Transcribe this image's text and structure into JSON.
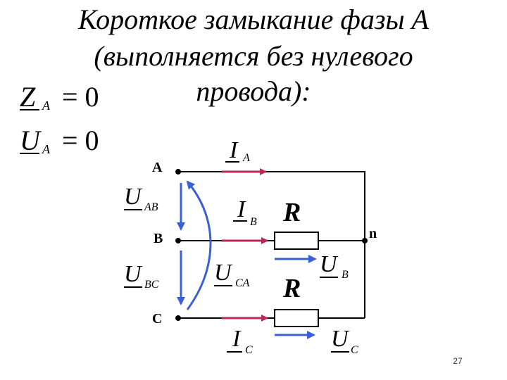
{
  "slide": {
    "title_lines": [
      "Короткое замыкание фазы А",
      "(выполняется без нулевого",
      "провода):"
    ],
    "number": "27"
  },
  "equations": {
    "z": {
      "var": "Z",
      "sub": "A",
      "rhs": "= 0"
    },
    "u": {
      "var": "U",
      "sub": "A",
      "rhs": "= 0"
    }
  },
  "diagram": {
    "node_labels": {
      "a": "A",
      "b": "B",
      "c": "C",
      "n": "n"
    },
    "currents": {
      "ia": {
        "var": "I",
        "sub": "A"
      },
      "ib": {
        "var": "I",
        "sub": "B"
      },
      "ic": {
        "var": "I",
        "sub": "C"
      }
    },
    "voltages": {
      "uab": {
        "var": "U",
        "sub": "AB"
      },
      "ubc": {
        "var": "U",
        "sub": "BC"
      },
      "uca": {
        "var": "U",
        "sub": "CA"
      },
      "ub": {
        "var": "U",
        "sub": "B"
      },
      "uc": {
        "var": "U",
        "sub": "C"
      }
    },
    "resistor_labels": {
      "r1": "R",
      "r2": "R"
    },
    "colors": {
      "current_arrow": "#c0235a",
      "voltage_arrow": "#3a5fd6",
      "wire": "#000000"
    }
  }
}
